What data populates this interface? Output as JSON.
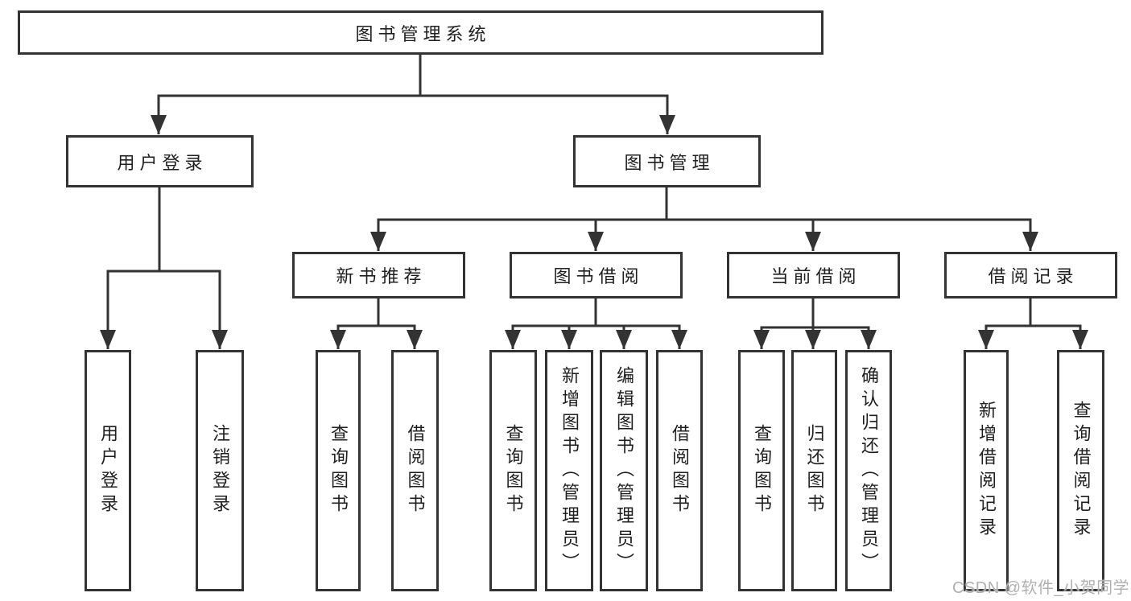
{
  "tree": {
    "root": {
      "label": "图书管理系统"
    },
    "branches": [
      {
        "label": "用户登录",
        "children": [
          {
            "label": "用户登录"
          },
          {
            "label": "注销登录"
          }
        ]
      },
      {
        "label": "图书管理",
        "children": [
          {
            "label": "新书推荐",
            "children": [
              {
                "label": "查询图书"
              },
              {
                "label": "借阅图书"
              }
            ]
          },
          {
            "label": "图书借阅",
            "children": [
              {
                "label": "查询图书"
              },
              {
                "label": "新增图书（管理员）"
              },
              {
                "label": "编辑图书（管理员）"
              },
              {
                "label": "借阅图书"
              }
            ]
          },
          {
            "label": "当前借阅",
            "children": [
              {
                "label": "查询图书"
              },
              {
                "label": "归还图书"
              },
              {
                "label": "确认归还（管理员）"
              }
            ]
          },
          {
            "label": "借阅记录",
            "children": [
              {
                "label": "新增借阅记录"
              },
              {
                "label": "查询借阅记录"
              }
            ]
          }
        ]
      }
    ]
  },
  "watermark": {
    "text": "CSDN @软件_小贺同学"
  },
  "colors": {
    "line": "#333333",
    "text": "#1f1f1f",
    "background": "#ffffff",
    "watermark": "#b0b0b0"
  }
}
